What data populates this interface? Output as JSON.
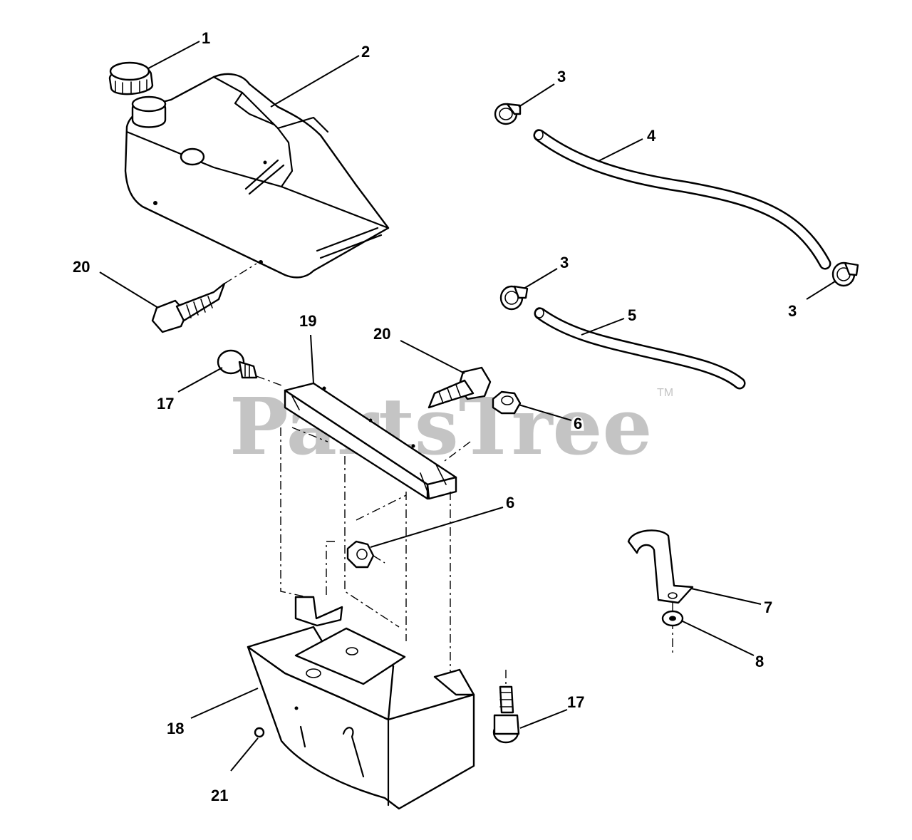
{
  "watermark": {
    "text": "PartsTree",
    "trademark": "TM"
  },
  "callouts": {
    "c1": "1",
    "c2": "2",
    "c3a": "3",
    "c3b": "3",
    "c3c": "3",
    "c4": "4",
    "c5": "5",
    "c6a": "6",
    "c6b": "6",
    "c7": "7",
    "c8": "8",
    "c17a": "17",
    "c17b": "17",
    "c18": "18",
    "c19": "19",
    "c20a": "20",
    "c20b": "20",
    "c21": "21"
  }
}
